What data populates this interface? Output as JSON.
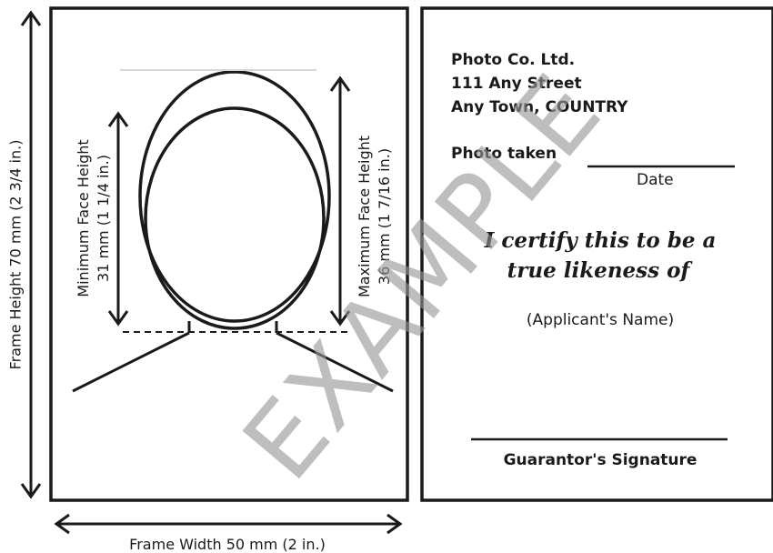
{
  "left_panel": {
    "frame_height_label": "Frame Height 70 mm (2 3/4 in.)",
    "frame_width_label": "Frame Width 50 mm (2 in.)",
    "min_face_line1": "Minimum Face Height",
    "min_face_line2": "31 mm (1 1/4 in.)",
    "max_face_line1": "Maximum Face Height",
    "max_face_line2": "36 mm (1 7/16 in.)"
  },
  "right_panel": {
    "company": "Photo Co. Ltd.",
    "street": "111 Any Street",
    "town": "Any Town, COUNTRY",
    "photo_taken": "Photo taken",
    "date_label": "Date",
    "certify_line1": "I certify this to be a",
    "certify_line2": "true likeness of",
    "applicant_label": "(Applicant's Name)",
    "guarantor_label": "Guarantor's Signature"
  },
  "watermark": "EXAMPLE",
  "colors": {
    "ink": "#1a1a1a",
    "watermark": "#969696",
    "background": "#ffffff"
  }
}
